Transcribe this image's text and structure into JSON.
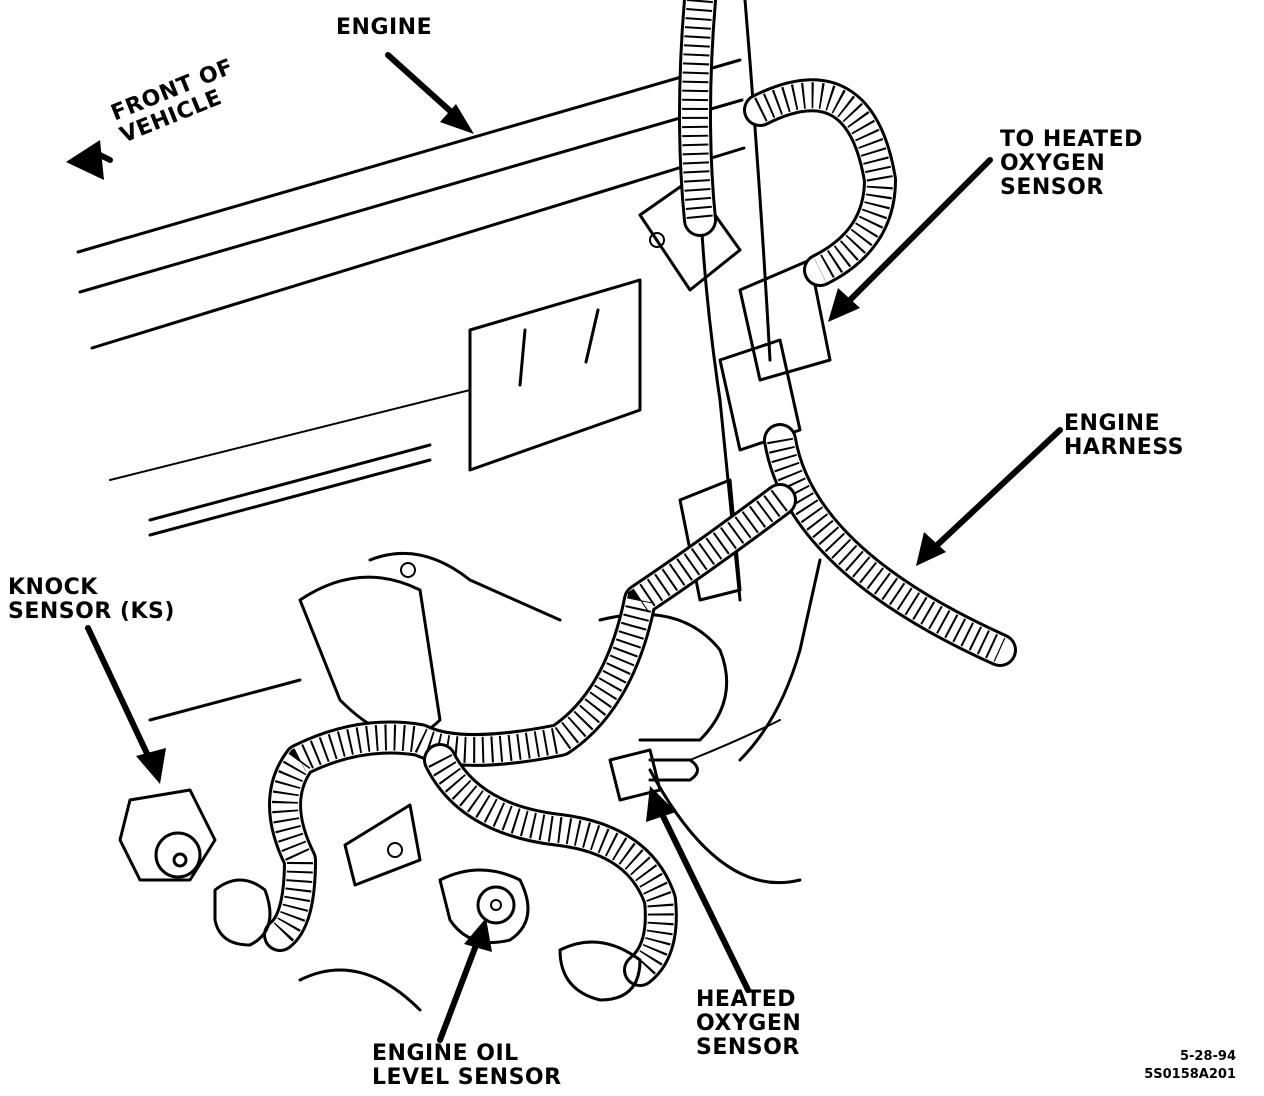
{
  "labels": {
    "engine": "ENGINE",
    "front_of_vehicle": [
      "FRONT OF",
      "VEHICLE"
    ],
    "to_heated_oxygen_sensor": [
      "TO HEATED",
      "OXYGEN",
      "SENSOR"
    ],
    "engine_harness": [
      "ENGINE",
      "HARNESS"
    ],
    "knock_sensor": [
      "KNOCK",
      "SENSOR (KS)"
    ],
    "engine_oil_level_sensor": [
      "ENGINE OIL",
      "LEVEL SENSOR"
    ],
    "heated_oxygen_sensor": [
      "HEATED",
      "OXYGEN",
      "SENSOR"
    ]
  },
  "figure_code": [
    "5-28-94",
    "5S0158A201"
  ]
}
